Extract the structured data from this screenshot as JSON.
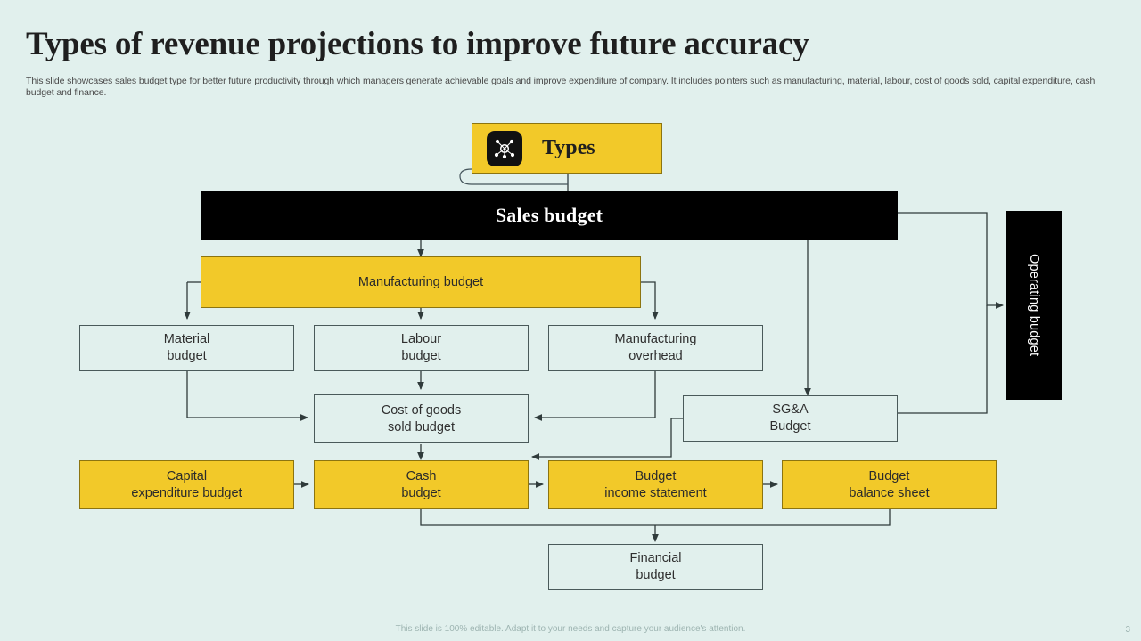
{
  "header": {
    "title": "Types of revenue projections to improve future accuracy",
    "subtitle": "This slide showcases sales budget type for better future productivity through which managers generate achievable goals and improve expenditure of company. It includes pointers such as manufacturing, material, labour, cost of goods sold, capital expenditure, cash budget and finance."
  },
  "badge": {
    "label": "Types",
    "icon": "network-hub-icon"
  },
  "colors": {
    "background": "#e1f0ed",
    "accent_yellow": "#f2c929",
    "dark": "#000000",
    "box_fill": "#e1f0ed",
    "box_border": "#4a5a5a",
    "text": "#2f2f2f"
  },
  "diagram": {
    "type": "flowchart",
    "nodes": [
      {
        "id": "sales-budget",
        "label": "Sales budget",
        "style": "dark"
      },
      {
        "id": "operating-budget",
        "label": "Operating budget",
        "style": "dark"
      },
      {
        "id": "manufacturing-budget",
        "label": "Manufacturing  budget",
        "style": "yellow"
      },
      {
        "id": "material-budget",
        "label": "Material\nbudget",
        "style": "light"
      },
      {
        "id": "labour-budget",
        "label": "Labour\nbudget",
        "style": "light"
      },
      {
        "id": "manufacturing-overhead",
        "label": "Manufacturing\noverhead",
        "style": "light"
      },
      {
        "id": "cost-of-goods-sold",
        "label": "Cost of goods\nsold budget",
        "style": "light"
      },
      {
        "id": "sga-budget",
        "label": "SG&A\nBudget",
        "style": "light"
      },
      {
        "id": "capital-expenditure",
        "label": "Capital\nexpenditure budget",
        "style": "yellow"
      },
      {
        "id": "cash-budget",
        "label": "Cash\nbudget",
        "style": "yellow"
      },
      {
        "id": "budget-income-statement",
        "label": "Budget\nincome statement",
        "style": "yellow"
      },
      {
        "id": "budget-balance-sheet",
        "label": "Budget\nbalance sheet",
        "style": "yellow"
      },
      {
        "id": "financial-budget",
        "label": "Financial\nbudget",
        "style": "light"
      }
    ],
    "edges": [
      {
        "from": "types-badge",
        "to": "sales-budget"
      },
      {
        "from": "sales-budget",
        "to": "manufacturing-budget"
      },
      {
        "from": "sales-budget",
        "to": "sga-budget"
      },
      {
        "from": "sales-budget",
        "to": "operating-budget"
      },
      {
        "from": "manufacturing-budget",
        "to": "material-budget"
      },
      {
        "from": "manufacturing-budget",
        "to": "labour-budget"
      },
      {
        "from": "manufacturing-budget",
        "to": "manufacturing-overhead"
      },
      {
        "from": "material-budget",
        "to": "cost-of-goods-sold"
      },
      {
        "from": "labour-budget",
        "to": "cost-of-goods-sold"
      },
      {
        "from": "manufacturing-overhead",
        "to": "cost-of-goods-sold"
      },
      {
        "from": "cost-of-goods-sold",
        "to": "cash-budget"
      },
      {
        "from": "sga-budget",
        "to": "cash-budget"
      },
      {
        "from": "sga-budget",
        "to": "operating-budget"
      },
      {
        "from": "capital-expenditure",
        "to": "cash-budget"
      },
      {
        "from": "cash-budget",
        "to": "budget-income-statement"
      },
      {
        "from": "budget-income-statement",
        "to": "budget-balance-sheet"
      },
      {
        "from": "cash-budget",
        "to": "financial-budget"
      },
      {
        "from": "budget-balance-sheet",
        "to": "financial-budget"
      }
    ]
  },
  "footer": {
    "note": "This slide is 100% editable. Adapt it to your needs and capture your audience's attention.",
    "page_number": "3"
  }
}
